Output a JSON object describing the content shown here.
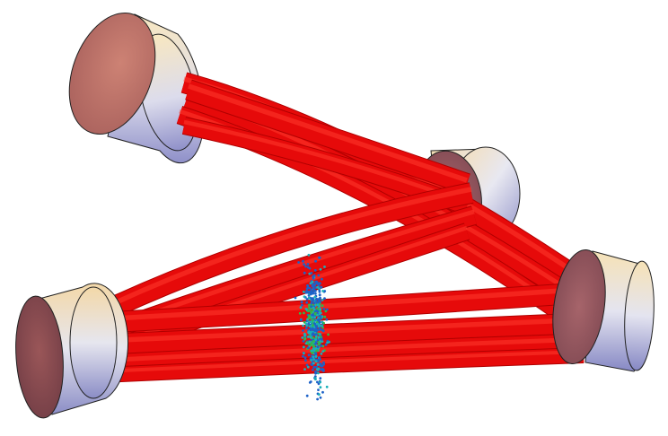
{
  "scene": {
    "mirrors": [
      {
        "id": "top-left"
      },
      {
        "id": "middle-right"
      },
      {
        "id": "far-right"
      },
      {
        "id": "bottom-left"
      }
    ],
    "beam_count": 12,
    "particle_cloud": {
      "count": 520
    },
    "colors": {
      "beam": "#e60a0a",
      "beam_edge": "#b00000",
      "mirror_face": "#c0746a",
      "mirror_rim_light": "#f6e6c4",
      "mirror_rim_dark": "#8f8fc8",
      "particle_blue": "#1d62c8",
      "particle_cyan": "#19b0b8",
      "particle_green": "#2fb84a"
    }
  }
}
